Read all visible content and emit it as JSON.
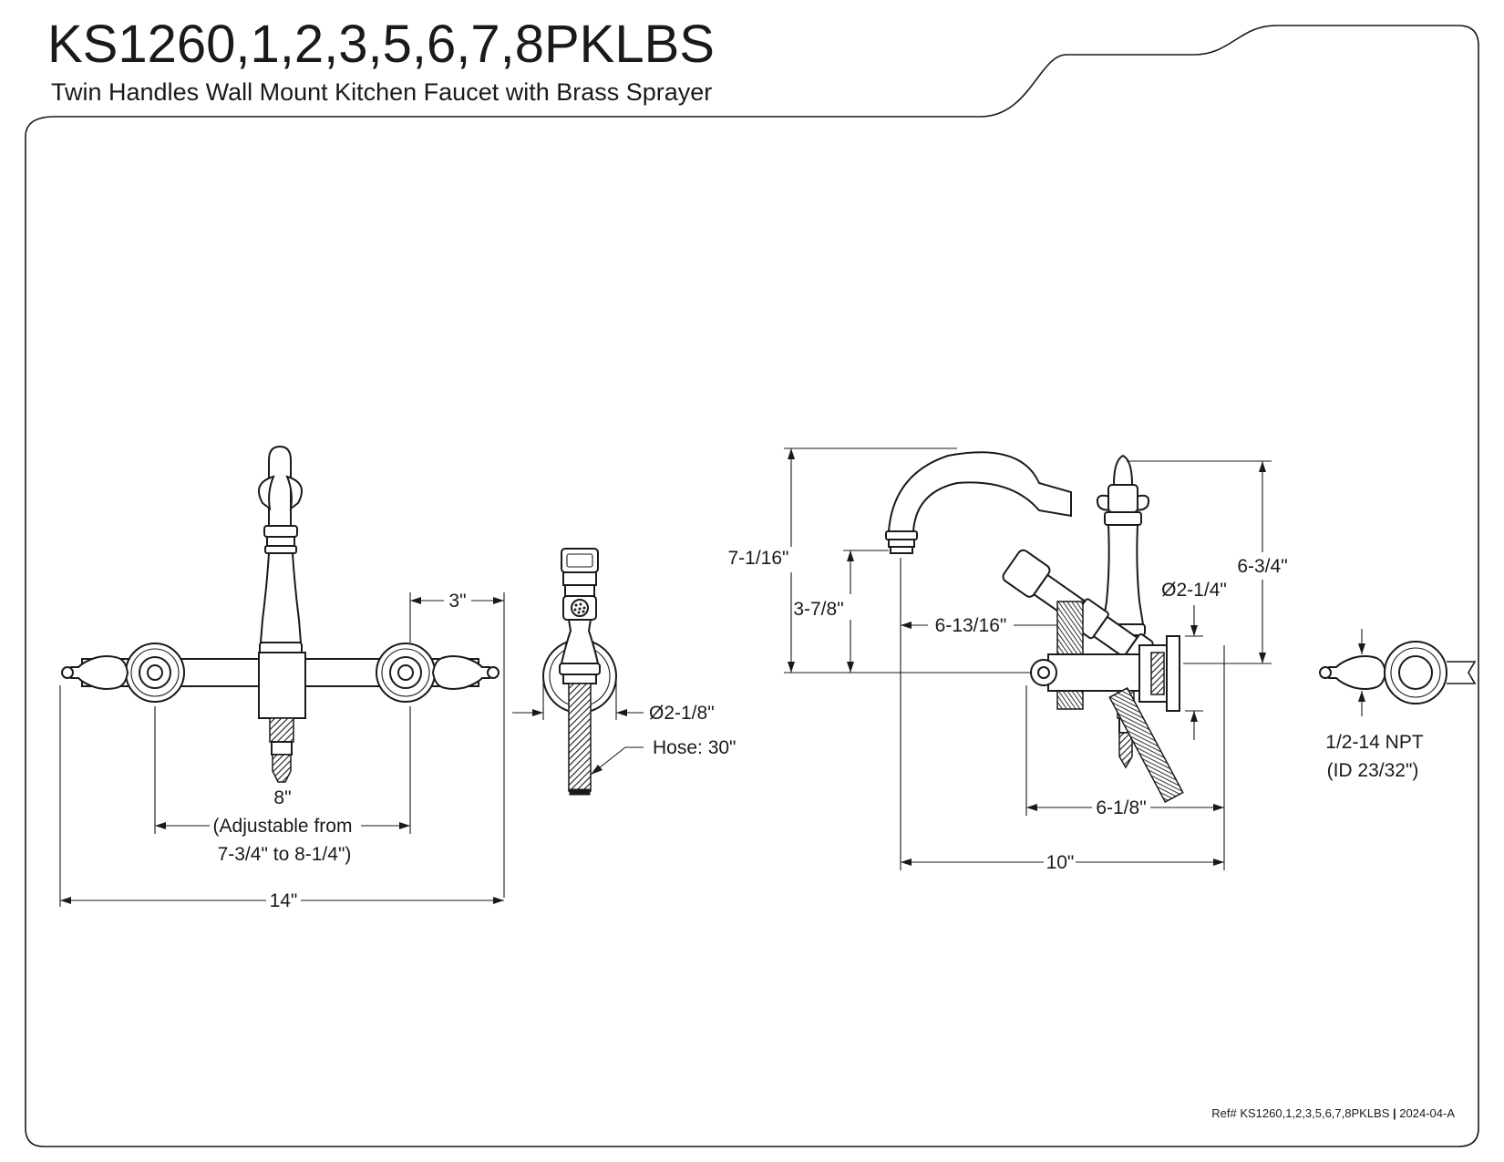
{
  "header": {
    "title": "KS1260,1,2,3,5,6,7,8PKLBS",
    "subtitle": "Twin Handles Wall Mount Kitchen Faucet with Brass Sprayer"
  },
  "front_view": {
    "dim_handle_offset": "3\"",
    "dim_centers": "8\"",
    "dim_centers_note_1": "(Adjustable from",
    "dim_centers_note_2": "7-3/4\" to 8-1/4\")",
    "dim_overall_width": "14\""
  },
  "sprayer_view": {
    "dim_diameter": "Ø2-1/8\"",
    "dim_hose": "Hose: 30\""
  },
  "side_view": {
    "dim_total_height": "7-1/16\"",
    "dim_spout_height": "3-7/8\"",
    "dim_spout_reach": "6-13/16\"",
    "dim_flange_diameter": "Ø2-1/4\"",
    "dim_handle_height": "6-3/4\"",
    "dim_projection": "6-1/8\"",
    "dim_overall_depth": "10\""
  },
  "inlet_view": {
    "dim_thread": "1/2-14 NPT",
    "dim_thread_id": "(ID 23/32\")"
  },
  "footer": {
    "ref_label": "Ref# KS1260,1,2,3,5,6,7,8PKLBS",
    "separator": "|",
    "revision": "2024-04-A"
  },
  "colors": {
    "line": "#1a1a1a",
    "background": "#ffffff"
  }
}
